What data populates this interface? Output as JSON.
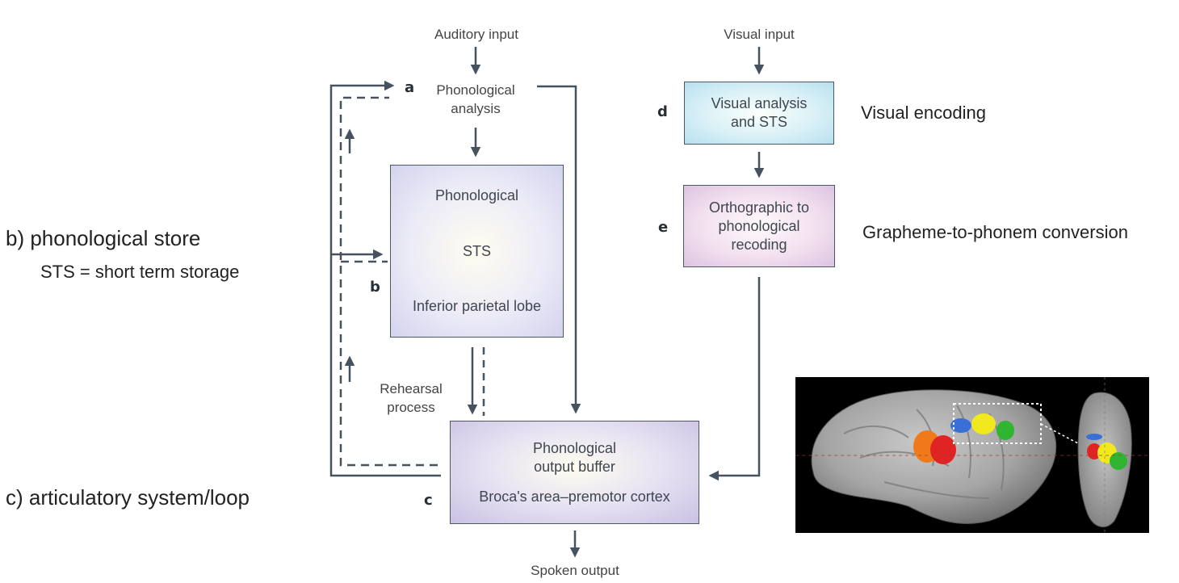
{
  "side_labels": {
    "phonological_store": "b) phonological store",
    "sts_definition": "STS = short term storage",
    "articulatory_loop": "c) articulatory system/loop",
    "visual_encoding": "Visual encoding",
    "grapheme_conversion": "Grapheme-to-phonem conversion"
  },
  "diagram": {
    "auditory_input": "Auditory input",
    "visual_input": "Visual input",
    "spoken_output": "Spoken output",
    "rehearsal_line1": "Rehearsal",
    "rehearsal_line2": "process",
    "node_a": {
      "letter": "a",
      "line1": "Phonological",
      "line2": "analysis"
    },
    "node_b": {
      "letter": "b",
      "line1": "Phonological",
      "line2": "STS",
      "line3": "Inferior parietal lobe"
    },
    "node_c": {
      "letter": "c",
      "line1": "Phonological",
      "line2": "output buffer",
      "line3": "Broca's area–premotor cortex"
    },
    "node_d": {
      "letter": "d",
      "line1": "Visual analysis",
      "line2": "and STS"
    },
    "node_e": {
      "letter": "e",
      "line1": "Orthographic to",
      "line2": "phonological",
      "line3": "recoding"
    }
  },
  "colors": {
    "arrow": "#46535f",
    "box_b": "#d3d3ee",
    "box_c": "#c9c1e3",
    "box_d": "#b7e0ef",
    "box_e": "#dcc3e0",
    "brain_activation": [
      "#f07a1a",
      "#e02424",
      "#f2e81e",
      "#2fb52f",
      "#3a6fd8"
    ]
  }
}
